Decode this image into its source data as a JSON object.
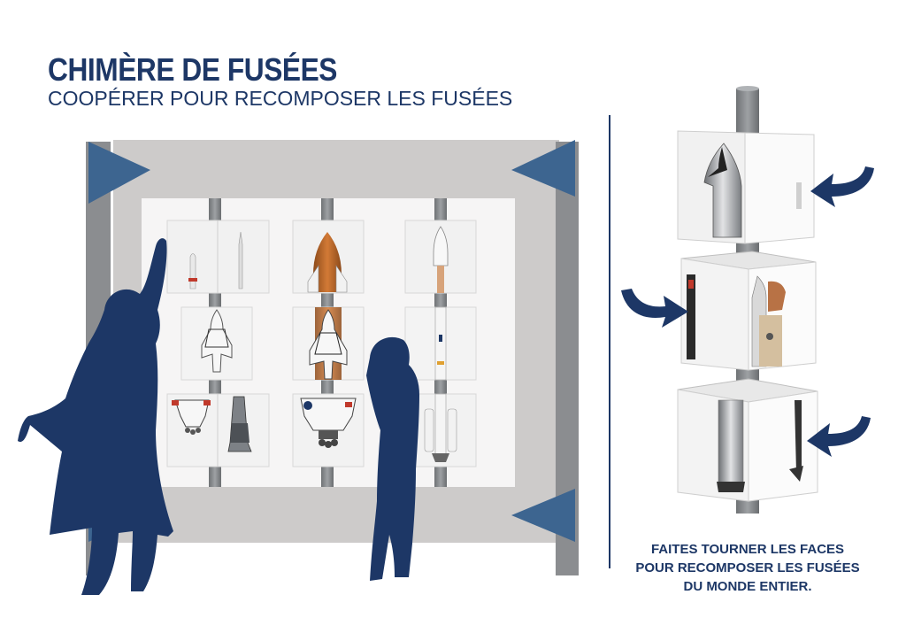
{
  "header": {
    "title": "CHIMÈRE DE FUSÉES",
    "subtitle": "COOPÉRER POUR RECOMPOSER LES FUSÉES"
  },
  "caption": {
    "lines": [
      "FAITES TOURNER LES FACES",
      "POUR RECOMPOSER LES FUSÉES",
      "DU MONDE ENTIER."
    ]
  },
  "colors": {
    "navy": "#1d3766",
    "frame": "#cdcbca",
    "post": "#8b8d90",
    "panel": "#f6f5f5"
  },
  "icons": [
    "silhouette-child-icon",
    "curved-arrow-icon",
    "rocket-icon"
  ]
}
